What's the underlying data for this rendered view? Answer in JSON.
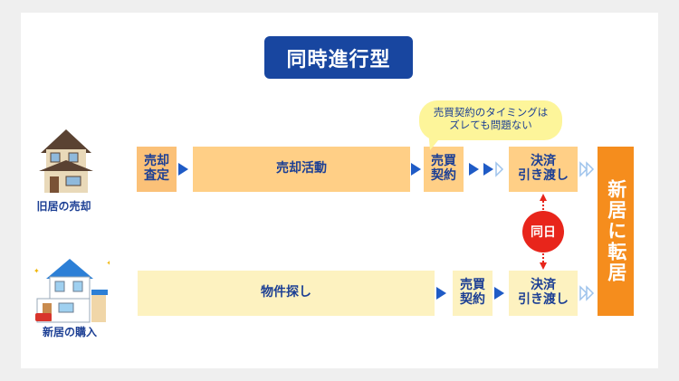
{
  "title": "同時進行型",
  "sale": {
    "label": "旧居の売却",
    "steps": [
      "売却\n査定",
      "売却活動",
      "売買\n契約",
      "決済\n引き渡し"
    ]
  },
  "purchase": {
    "label": "新居の購入",
    "steps": [
      "物件探し",
      "売買\n契約",
      "決済\n引き渡し"
    ]
  },
  "move": "新居に転居",
  "callout": "売買契約のタイミングは\nズレても問題ない",
  "same_day": "同日",
  "colors": {
    "title_bg": "#1846a0",
    "text": "#1c3f94",
    "orange": "#fbc178",
    "cream": "#fdf2c0",
    "final": "#f58d1d",
    "arrow": "#1f5bc6",
    "badge": "#e8251b",
    "bubble": "#fdf59a"
  }
}
